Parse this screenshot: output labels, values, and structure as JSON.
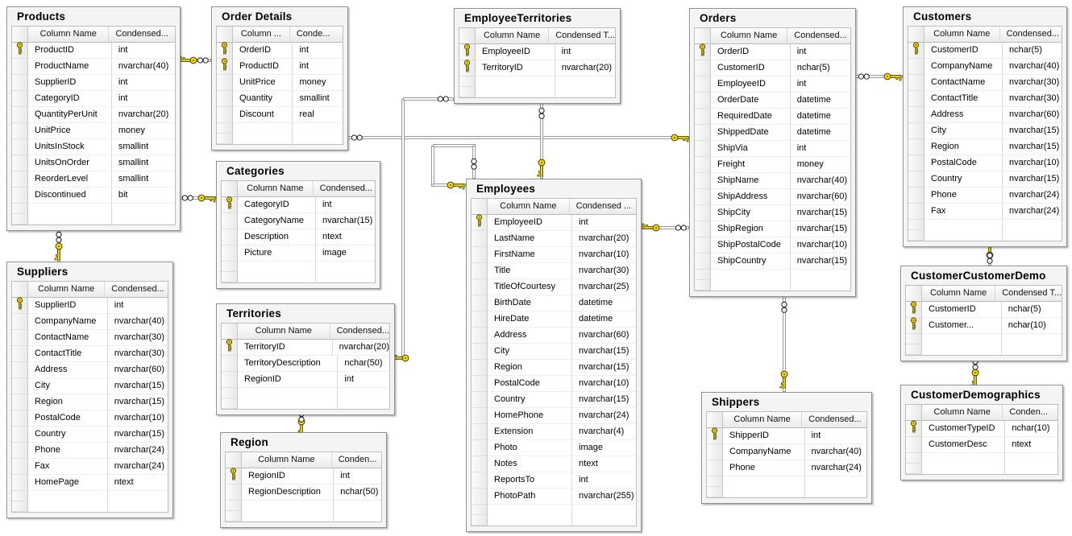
{
  "diagram": {
    "tables": [
      {
        "id": "products",
        "title": "Products",
        "header": {
          "name": "Column Name",
          "type": "Condensed..."
        },
        "columns": [
          {
            "name": "ProductID",
            "type": "int",
            "pk": true
          },
          {
            "name": "ProductName",
            "type": "nvarchar(40)",
            "pk": false
          },
          {
            "name": "SupplierID",
            "type": "int",
            "pk": false
          },
          {
            "name": "CategoryID",
            "type": "int",
            "pk": false
          },
          {
            "name": "QuantityPerUnit",
            "type": "nvarchar(20)",
            "pk": false
          },
          {
            "name": "UnitPrice",
            "type": "money",
            "pk": false
          },
          {
            "name": "UnitsInStock",
            "type": "smallint",
            "pk": false
          },
          {
            "name": "UnitsOnOrder",
            "type": "smallint",
            "pk": false
          },
          {
            "name": "ReorderLevel",
            "type": "smallint",
            "pk": false
          },
          {
            "name": "Discontinued",
            "type": "bit",
            "pk": false
          }
        ]
      },
      {
        "id": "orderdetails",
        "title": "Order Details",
        "header": {
          "name": "Column ...",
          "type": "Conde..."
        },
        "columns": [
          {
            "name": "OrderID",
            "type": "int",
            "pk": true
          },
          {
            "name": "ProductID",
            "type": "int",
            "pk": true
          },
          {
            "name": "UnitPrice",
            "type": "money",
            "pk": false
          },
          {
            "name": "Quantity",
            "type": "smallint",
            "pk": false
          },
          {
            "name": "Discount",
            "type": "real",
            "pk": false
          }
        ]
      },
      {
        "id": "categories",
        "title": "Categories",
        "header": {
          "name": "Column Name",
          "type": "Condensed..."
        },
        "columns": [
          {
            "name": "CategoryID",
            "type": "int",
            "pk": true
          },
          {
            "name": "CategoryName",
            "type": "nvarchar(15)",
            "pk": false
          },
          {
            "name": "Description",
            "type": "ntext",
            "pk": false
          },
          {
            "name": "Picture",
            "type": "image",
            "pk": false
          }
        ]
      },
      {
        "id": "territories",
        "title": "Territories",
        "header": {
          "name": "Column Name",
          "type": "Condensed..."
        },
        "columns": [
          {
            "name": "TerritoryID",
            "type": "nvarchar(20)",
            "pk": true
          },
          {
            "name": "TerritoryDescription",
            "type": "nchar(50)",
            "pk": false
          },
          {
            "name": "RegionID",
            "type": "int",
            "pk": false
          }
        ]
      },
      {
        "id": "region",
        "title": "Region",
        "header": {
          "name": "Column Name",
          "type": "Conden..."
        },
        "columns": [
          {
            "name": "RegionID",
            "type": "int",
            "pk": true
          },
          {
            "name": "RegionDescription",
            "type": "nchar(50)",
            "pk": false
          }
        ]
      },
      {
        "id": "suppliers",
        "title": "Suppliers",
        "header": {
          "name": "Column Name",
          "type": "Condensed..."
        },
        "columns": [
          {
            "name": "SupplierID",
            "type": "int",
            "pk": true
          },
          {
            "name": "CompanyName",
            "type": "nvarchar(40)",
            "pk": false
          },
          {
            "name": "ContactName",
            "type": "nvarchar(30)",
            "pk": false
          },
          {
            "name": "ContactTitle",
            "type": "nvarchar(30)",
            "pk": false
          },
          {
            "name": "Address",
            "type": "nvarchar(60)",
            "pk": false
          },
          {
            "name": "City",
            "type": "nvarchar(15)",
            "pk": false
          },
          {
            "name": "Region",
            "type": "nvarchar(15)",
            "pk": false
          },
          {
            "name": "PostalCode",
            "type": "nvarchar(10)",
            "pk": false
          },
          {
            "name": "Country",
            "type": "nvarchar(15)",
            "pk": false
          },
          {
            "name": "Phone",
            "type": "nvarchar(24)",
            "pk": false
          },
          {
            "name": "Fax",
            "type": "nvarchar(24)",
            "pk": false
          },
          {
            "name": "HomePage",
            "type": "ntext",
            "pk": false
          }
        ]
      },
      {
        "id": "employeeterritories",
        "title": "EmployeeTerritories",
        "header": {
          "name": "Column Name",
          "type": "Condensed T..."
        },
        "columns": [
          {
            "name": "EmployeeID",
            "type": "int",
            "pk": true
          },
          {
            "name": "TerritoryID",
            "type": "nvarchar(20)",
            "pk": true
          }
        ]
      },
      {
        "id": "employees",
        "title": "Employees",
        "header": {
          "name": "Column Name",
          "type": "Condensed ..."
        },
        "columns": [
          {
            "name": "EmployeeID",
            "type": "int",
            "pk": true
          },
          {
            "name": "LastName",
            "type": "nvarchar(20)",
            "pk": false
          },
          {
            "name": "FirstName",
            "type": "nvarchar(10)",
            "pk": false
          },
          {
            "name": "Title",
            "type": "nvarchar(30)",
            "pk": false
          },
          {
            "name": "TitleOfCourtesy",
            "type": "nvarchar(25)",
            "pk": false
          },
          {
            "name": "BirthDate",
            "type": "datetime",
            "pk": false
          },
          {
            "name": "HireDate",
            "type": "datetime",
            "pk": false
          },
          {
            "name": "Address",
            "type": "nvarchar(60)",
            "pk": false
          },
          {
            "name": "City",
            "type": "nvarchar(15)",
            "pk": false
          },
          {
            "name": "Region",
            "type": "nvarchar(15)",
            "pk": false
          },
          {
            "name": "PostalCode",
            "type": "nvarchar(10)",
            "pk": false
          },
          {
            "name": "Country",
            "type": "nvarchar(15)",
            "pk": false
          },
          {
            "name": "HomePhone",
            "type": "nvarchar(24)",
            "pk": false
          },
          {
            "name": "Extension",
            "type": "nvarchar(4)",
            "pk": false
          },
          {
            "name": "Photo",
            "type": "image",
            "pk": false
          },
          {
            "name": "Notes",
            "type": "ntext",
            "pk": false
          },
          {
            "name": "ReportsTo",
            "type": "int",
            "pk": false
          },
          {
            "name": "PhotoPath",
            "type": "nvarchar(255)",
            "pk": false
          }
        ]
      },
      {
        "id": "orders",
        "title": "Orders",
        "header": {
          "name": "Column Name",
          "type": "Condensed..."
        },
        "columns": [
          {
            "name": "OrderID",
            "type": "int",
            "pk": true
          },
          {
            "name": "CustomerID",
            "type": "nchar(5)",
            "pk": false
          },
          {
            "name": "EmployeeID",
            "type": "int",
            "pk": false
          },
          {
            "name": "OrderDate",
            "type": "datetime",
            "pk": false
          },
          {
            "name": "RequiredDate",
            "type": "datetime",
            "pk": false
          },
          {
            "name": "ShippedDate",
            "type": "datetime",
            "pk": false
          },
          {
            "name": "ShipVia",
            "type": "int",
            "pk": false
          },
          {
            "name": "Freight",
            "type": "money",
            "pk": false
          },
          {
            "name": "ShipName",
            "type": "nvarchar(40)",
            "pk": false
          },
          {
            "name": "ShipAddress",
            "type": "nvarchar(60)",
            "pk": false
          },
          {
            "name": "ShipCity",
            "type": "nvarchar(15)",
            "pk": false
          },
          {
            "name": "ShipRegion",
            "type": "nvarchar(15)",
            "pk": false
          },
          {
            "name": "ShipPostalCode",
            "type": "nvarchar(10)",
            "pk": false
          },
          {
            "name": "ShipCountry",
            "type": "nvarchar(15)",
            "pk": false
          }
        ]
      },
      {
        "id": "shippers",
        "title": "Shippers",
        "header": {
          "name": "Column Name",
          "type": "Condensed..."
        },
        "columns": [
          {
            "name": "ShipperID",
            "type": "int",
            "pk": true
          },
          {
            "name": "CompanyName",
            "type": "nvarchar(40)",
            "pk": false
          },
          {
            "name": "Phone",
            "type": "nvarchar(24)",
            "pk": false
          }
        ]
      },
      {
        "id": "customers",
        "title": "Customers",
        "header": {
          "name": "Column Name",
          "type": "Condensed..."
        },
        "columns": [
          {
            "name": "CustomerID",
            "type": "nchar(5)",
            "pk": true
          },
          {
            "name": "CompanyName",
            "type": "nvarchar(40)",
            "pk": false
          },
          {
            "name": "ContactName",
            "type": "nvarchar(30)",
            "pk": false
          },
          {
            "name": "ContactTitle",
            "type": "nvarchar(30)",
            "pk": false
          },
          {
            "name": "Address",
            "type": "nvarchar(60)",
            "pk": false
          },
          {
            "name": "City",
            "type": "nvarchar(15)",
            "pk": false
          },
          {
            "name": "Region",
            "type": "nvarchar(15)",
            "pk": false
          },
          {
            "name": "PostalCode",
            "type": "nvarchar(10)",
            "pk": false
          },
          {
            "name": "Country",
            "type": "nvarchar(15)",
            "pk": false
          },
          {
            "name": "Phone",
            "type": "nvarchar(24)",
            "pk": false
          },
          {
            "name": "Fax",
            "type": "nvarchar(24)",
            "pk": false
          }
        ]
      },
      {
        "id": "customercustomerdemo",
        "title": "CustomerCustomerDemo",
        "header": {
          "name": "Column Name",
          "type": "Condensed T..."
        },
        "columns": [
          {
            "name": "CustomerID",
            "type": "nchar(5)",
            "pk": true
          },
          {
            "name": "Customer...",
            "type": "nchar(10)",
            "pk": true
          }
        ]
      },
      {
        "id": "customerdemographics",
        "title": "CustomerDemographics",
        "header": {
          "name": "Column Name",
          "type": "Conden..."
        },
        "columns": [
          {
            "name": "CustomerTypeID",
            "type": "nchar(10)",
            "pk": true
          },
          {
            "name": "CustomerDesc",
            "type": "ntext",
            "pk": false
          }
        ]
      }
    ],
    "relationships": [
      {
        "id": "order-details-products",
        "many": "orderdetails",
        "one": "products"
      },
      {
        "id": "products-suppliers",
        "many": "products",
        "one": "suppliers"
      },
      {
        "id": "products-categories",
        "many": "products",
        "one": "categories"
      },
      {
        "id": "order-details-orders",
        "many": "orderdetails",
        "one": "orders"
      },
      {
        "id": "employeeterritories-territories",
        "many": "employeeterritories",
        "one": "territories"
      },
      {
        "id": "employeeterritories-employees",
        "many": "employeeterritories",
        "one": "employees"
      },
      {
        "id": "employees-reportsto-employees",
        "many": "employees",
        "one": "employees"
      },
      {
        "id": "orders-employees",
        "many": "orders",
        "one": "employees"
      },
      {
        "id": "orders-shippers",
        "many": "orders",
        "one": "shippers"
      },
      {
        "id": "orders-customers",
        "many": "orders",
        "one": "customers"
      },
      {
        "id": "customercustomerdemo-customers",
        "many": "customercustomerdemo",
        "one": "customers"
      },
      {
        "id": "customercustomerdemo-customerdemographics",
        "many": "customercustomerdemo",
        "one": "customerdemographics"
      },
      {
        "id": "territories-region",
        "many": "territories",
        "one": "region"
      }
    ],
    "icons": {
      "primary_key": "key-icon",
      "one_side_endpoint": "key-icon",
      "many_side_endpoint": "infinity-icon"
    },
    "colors": {
      "key_yellow": "#ffe000",
      "line_gray": "#9a9a9a",
      "window_bg": "#f4f4f4",
      "grid_bg": "#ffffff"
    }
  }
}
